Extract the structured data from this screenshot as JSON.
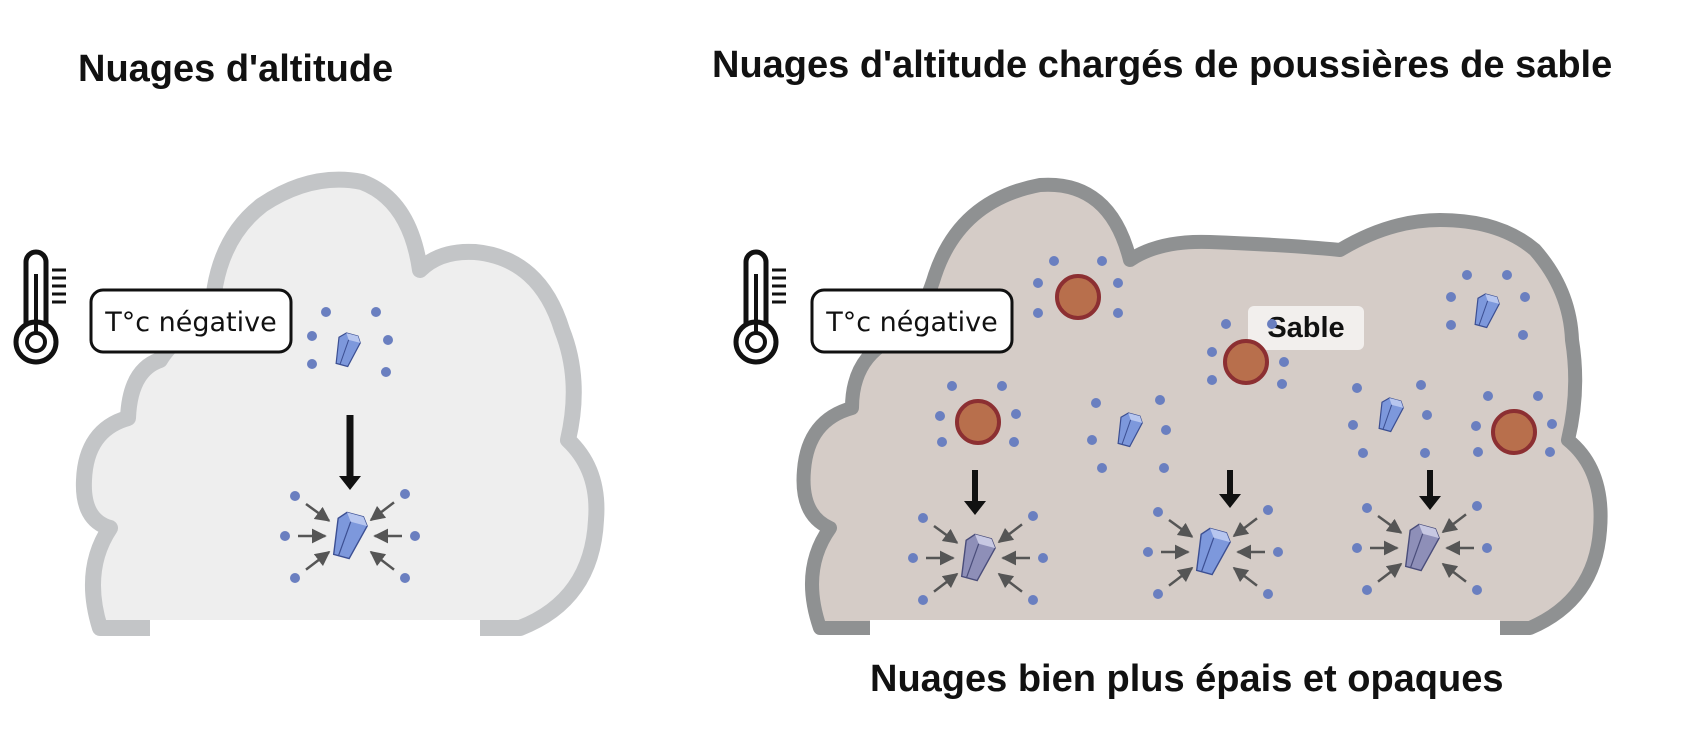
{
  "titles": {
    "left": "Nuages d'altitude",
    "right": "Nuages d'altitude chargés de poussières de sable",
    "bottom": "Nuages bien plus épais et opaques"
  },
  "labels": {
    "temperature": "T°c négative",
    "sand": "Sable"
  },
  "icons": [
    "thermometer-icon",
    "ice-crystal-icon",
    "sand-grain-icon",
    "water-droplet-icon",
    "down-arrow-icon"
  ],
  "colors": {
    "cloud_left_fill": "#eeeeee",
    "cloud_left_outline": "#c3c5c7",
    "cloud_right_fill": "#d5ccc7",
    "cloud_right_outline": "#8f9192",
    "sand_grain": "#b86f4c",
    "sand_grain_border": "#8c2f32",
    "droplet": "#6a7fc0",
    "crystal": "#6f8fd6"
  }
}
